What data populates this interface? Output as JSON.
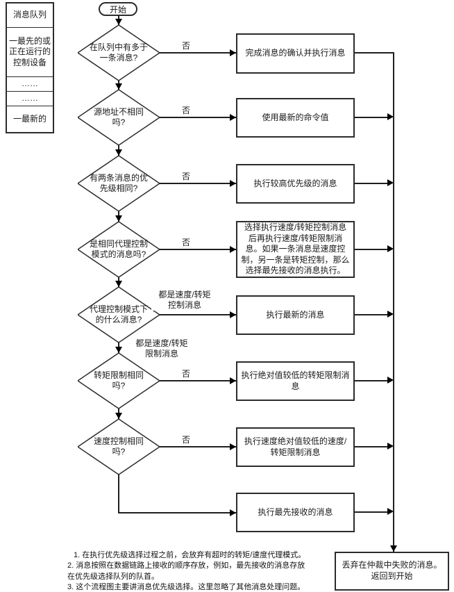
{
  "queue_panel": {
    "title": "消息队列",
    "items": [
      "一最先的或\n正在运行的\n控制设备",
      "……",
      "……",
      "一最新的"
    ]
  },
  "flow": {
    "start_label": "开始",
    "decisions": [
      {
        "label": "在队列中有多于\n一条消息?",
        "branch": "否"
      },
      {
        "label": "源地址不相同\n吗?",
        "branch": "否"
      },
      {
        "label": "有两条消息的优\n先级相同?",
        "branch": "否"
      },
      {
        "label": "是相同代理控制\n模式的消息吗?",
        "branch": "否"
      },
      {
        "label": "代理控制模式下\n的什么消息?",
        "branch_right": "都是速度/转矩\n控制消息",
        "branch_down": "都是速度/转矩\n限制消息"
      },
      {
        "label": "转矩限制相同\n吗?",
        "branch": "否"
      },
      {
        "label": "速度控制相同\n吗?",
        "branch": "否"
      }
    ],
    "processes": [
      "完成消息的确认并执行消息",
      "使用最新的命令值",
      "执行较高优先级的消息",
      "选择执行速度/转矩控制消息后再执行速度/转矩限制消息。如果一条消息是速度控制，另一条是转矩控制，那么选择最先接收的消息执行。",
      "执行最新的消息",
      "执行绝对值较低的转矩限制消息",
      "执行速度绝对值较低的速度/转矩限制消息",
      "执行最先接收的消息"
    ],
    "end_label": "丢弃在仲裁中失败的消息。\n返回到开始"
  },
  "notes": [
    "1. 在执行优先级选择过程之前，会放弃有超时的转矩/速度代理模式。",
    "2. 消息按照在数据链路上接收的顺序存放，例如，最先接收的消息存放\n在优先级选择队列的队首。",
    "3. 这个流程图主要讲消息优先级选择。这里忽略了其他消息处理问题。"
  ],
  "colors": {
    "line": "#1f1f1f",
    "background": "#ffffff"
  }
}
